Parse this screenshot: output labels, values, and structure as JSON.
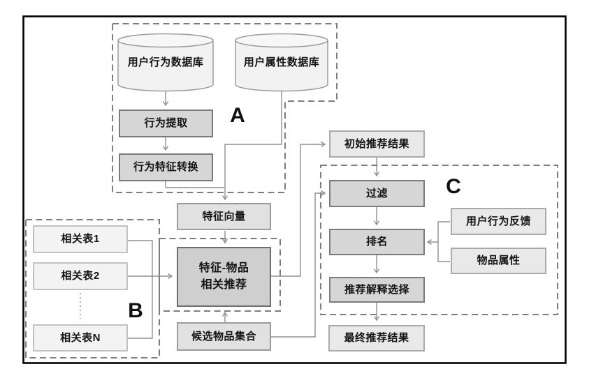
{
  "groups": {
    "a": "A",
    "b": "B",
    "c": "C"
  },
  "databases": {
    "user_behavior_db": "用户行为数据库",
    "user_attribute_db": "用户属性数据库"
  },
  "nodes": {
    "behavior_extraction": "行为提取",
    "behavior_feature_conversion": "行为特征转换",
    "feature_vector": "特征向量",
    "related_table_1": "相关表1",
    "related_table_2": "相关表2",
    "related_table_n": "相关表N",
    "feature_item_reco_line1": "特征-物品",
    "feature_item_reco_line2": "相关推荐",
    "candidate_item_set": "候选物品集合",
    "initial_reco_result": "初始推荐结果",
    "filter": "过滤",
    "ranking": "排名",
    "user_behavior_feedback": "用户行为反馈",
    "item_attributes": "物品属性",
    "reco_explanation_selection": "推荐解释选择",
    "final_reco_result": "最终推荐结果"
  },
  "colors": {
    "frame": "#000000",
    "process_fill": "#d6d6d6",
    "process_border": "#7b7b7b",
    "feature_fill": "#cfcfcf",
    "result_fill": "#e9e9e9",
    "table_fill": "#f3f3f3",
    "connector": "#8f8f8f",
    "dashed_boundary": "#7d7d7d"
  }
}
